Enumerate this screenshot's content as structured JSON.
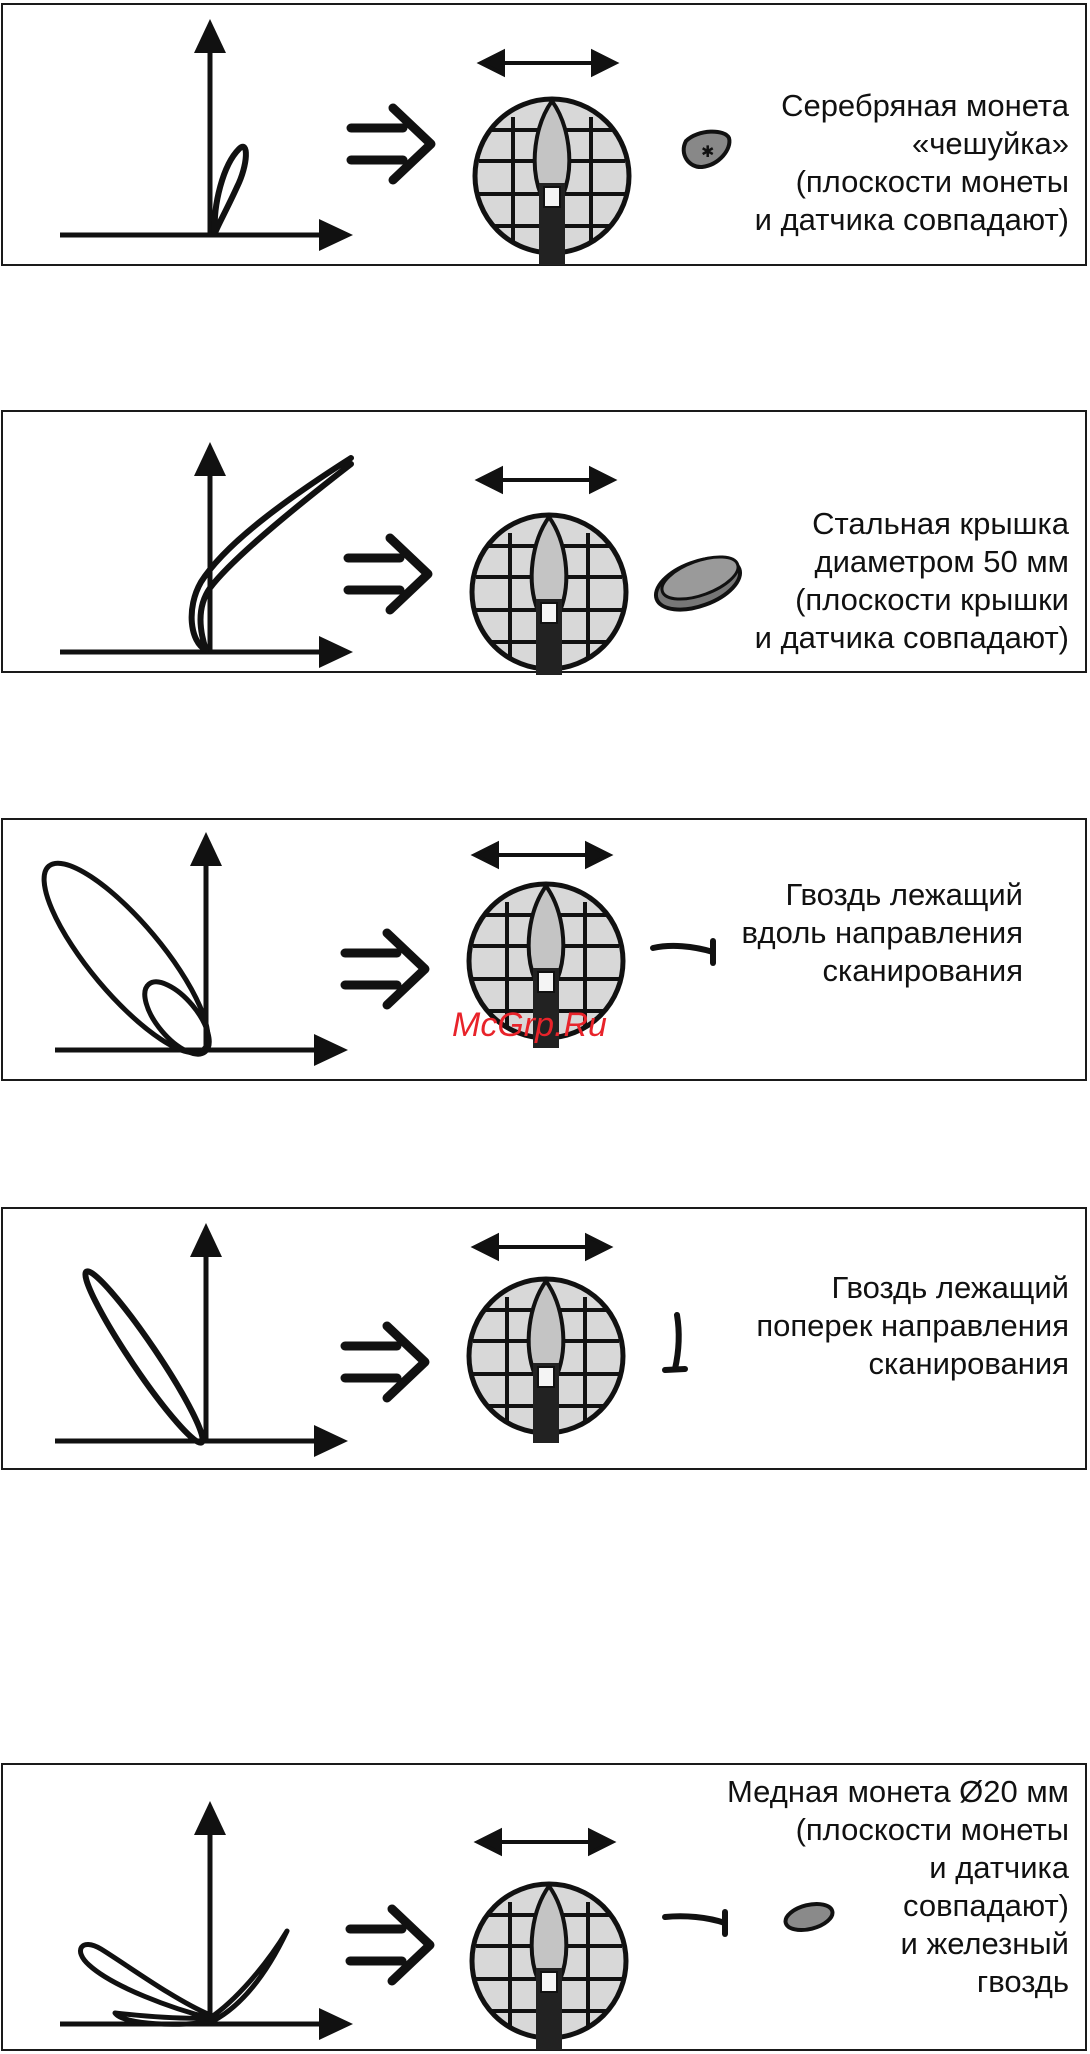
{
  "panels": [
    {
      "caption": "Серебряная монета\n«чешуйка»\n(плоскости монеты\nи датчика совпадают)",
      "object": "coin-scale"
    },
    {
      "caption": "Стальная крышка\nдиаметром 50 мм\n(плоскости крышки\nи датчика совпадают)",
      "object": "steel-lid"
    },
    {
      "caption": "Гвоздь лежащий\nвдоль направления\nсканирования",
      "object": "nail-along"
    },
    {
      "caption": "Гвоздь лежащий\nпоперек направления\nсканирования",
      "object": "nail-across"
    },
    {
      "caption": "Медная монета Ø20 мм\n(плоскости монеты\nи датчика\nсовпадают)\nи железный\nгвоздь",
      "object": "copper-coin-and-nail"
    }
  ],
  "watermark": "McGrp.Ru"
}
